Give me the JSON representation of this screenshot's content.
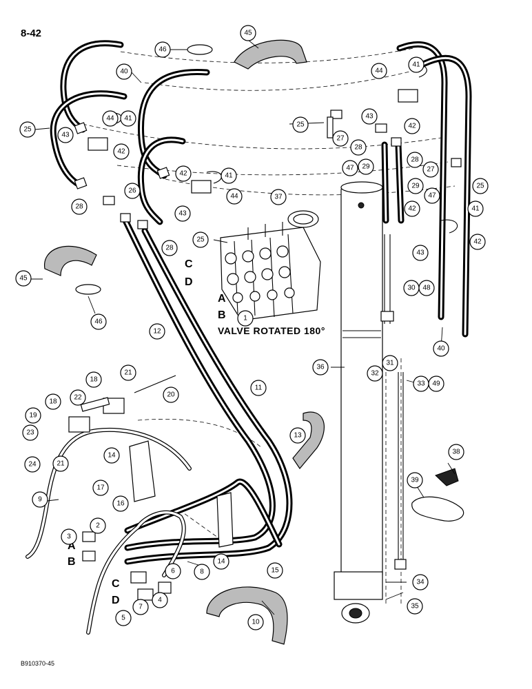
{
  "page": {
    "number": "8-42",
    "caption": "VALVE ROTATED 180°",
    "figure_code": "B910370-45"
  },
  "ports": {
    "A": "A",
    "B": "B",
    "C": "C",
    "D": "D"
  },
  "callouts": {
    "c1": "1",
    "c2": "2",
    "c3": "3",
    "c4": "4",
    "c5": "5",
    "c6": "6",
    "c7": "7",
    "c8": "8",
    "c9": "9",
    "c10": "10",
    "c11": "11",
    "c12": "12",
    "c13": "13",
    "c14": "14",
    "c15": "15",
    "c16": "16",
    "c17": "17",
    "c18": "18",
    "c19": "19",
    "c20": "20",
    "c21": "21",
    "c22": "22",
    "c23": "23",
    "c24": "24",
    "c25": "25",
    "c26": "26",
    "c27": "27",
    "c28": "28",
    "c29": "29",
    "c30": "30",
    "c31": "31",
    "c32": "32",
    "c33": "33",
    "c34": "34",
    "c35": "35",
    "c36": "36",
    "c37": "37",
    "c38": "38",
    "c39": "39",
    "c40": "40",
    "c41": "41",
    "c42": "42",
    "c43": "43",
    "c44": "44",
    "c45": "45",
    "c46": "46",
    "c47": "47",
    "c48": "48",
    "c49": "49"
  }
}
